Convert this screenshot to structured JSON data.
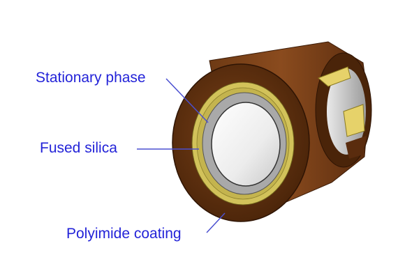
{
  "labels": {
    "stationary_phase": "Stationary phase",
    "fused_silica": "Fused silica",
    "polyimide_coating": "Polyimide coating"
  },
  "colors": {
    "label_text": "#2323d8",
    "leader_line": "#4a4fd0",
    "polyimide_front": "#6a3510",
    "polyimide_side": "#7e431a",
    "polyimide_dark": "#3d1d08",
    "stationary_phase": "#d2c25a",
    "fused_silica": "#a9a9a9",
    "bore": "#f2f2f2"
  }
}
